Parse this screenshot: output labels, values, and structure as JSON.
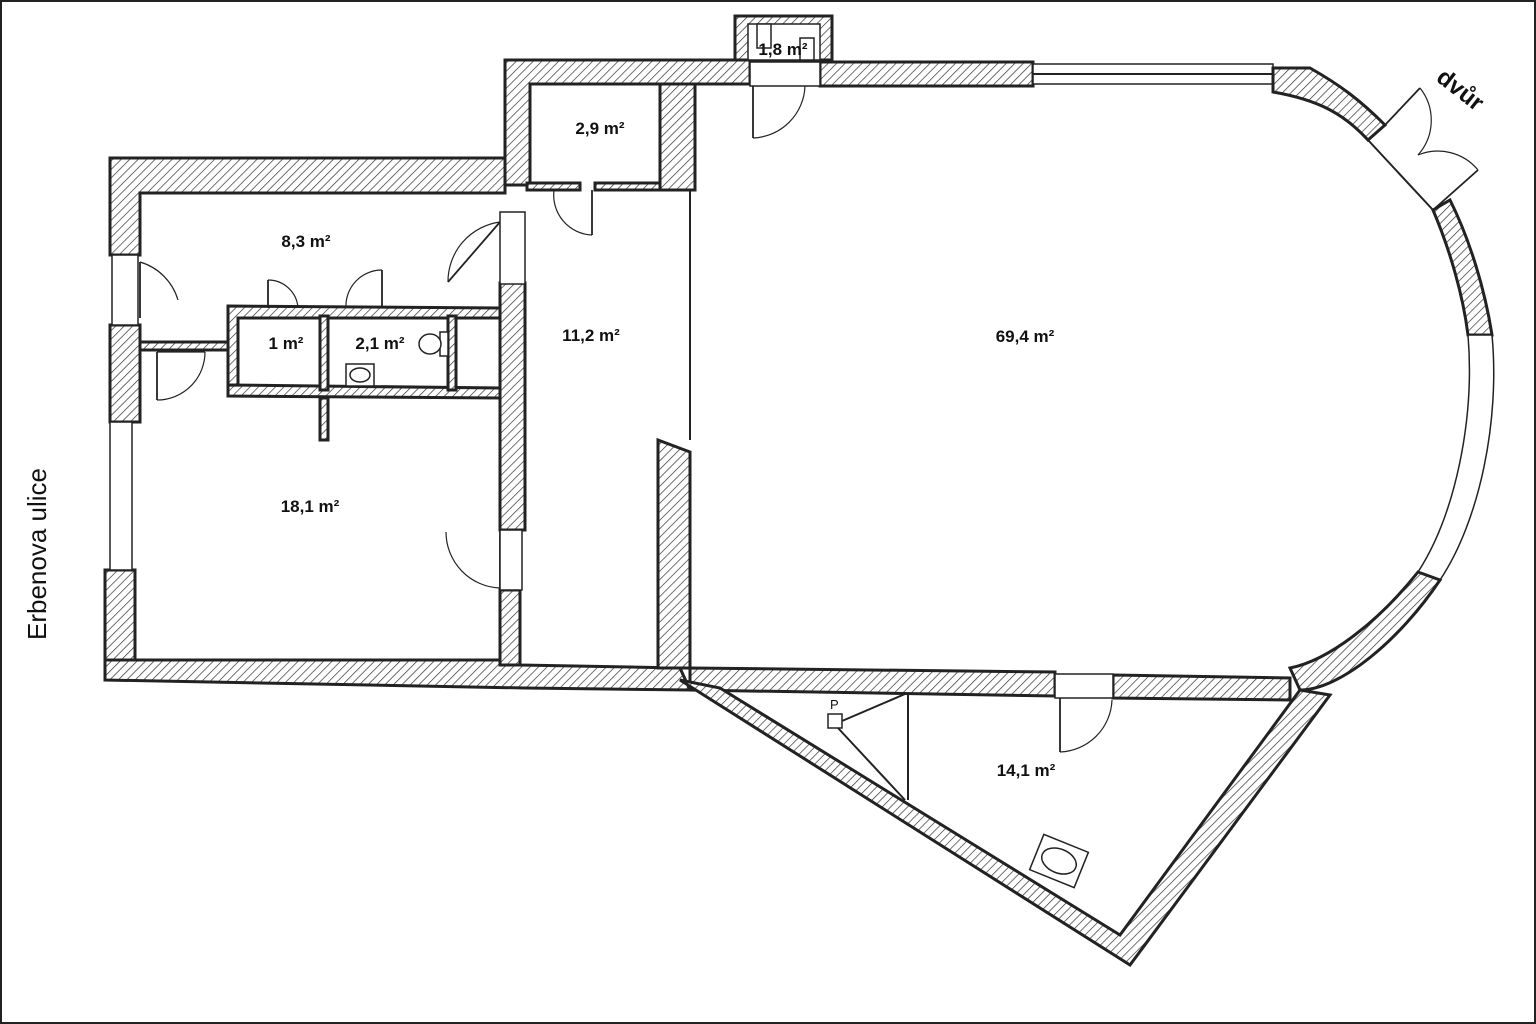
{
  "street_label": "Erbenova ulice",
  "yard_label": "dvůr",
  "rooms": [
    {
      "id": "wc-small",
      "area": "1,8 m²"
    },
    {
      "id": "storage",
      "area": "2,9 m²"
    },
    {
      "id": "room-a",
      "area": "8,3 m²"
    },
    {
      "id": "closet",
      "area": "1 m²"
    },
    {
      "id": "toilet",
      "area": "2,1 m²"
    },
    {
      "id": "corridor",
      "area": "11,2 m²"
    },
    {
      "id": "main-hall",
      "area": "69,4 m²"
    },
    {
      "id": "room-b",
      "area": "18,1 m²"
    },
    {
      "id": "triangle-room",
      "area": "14,1 m²"
    }
  ],
  "marker_p": "P"
}
